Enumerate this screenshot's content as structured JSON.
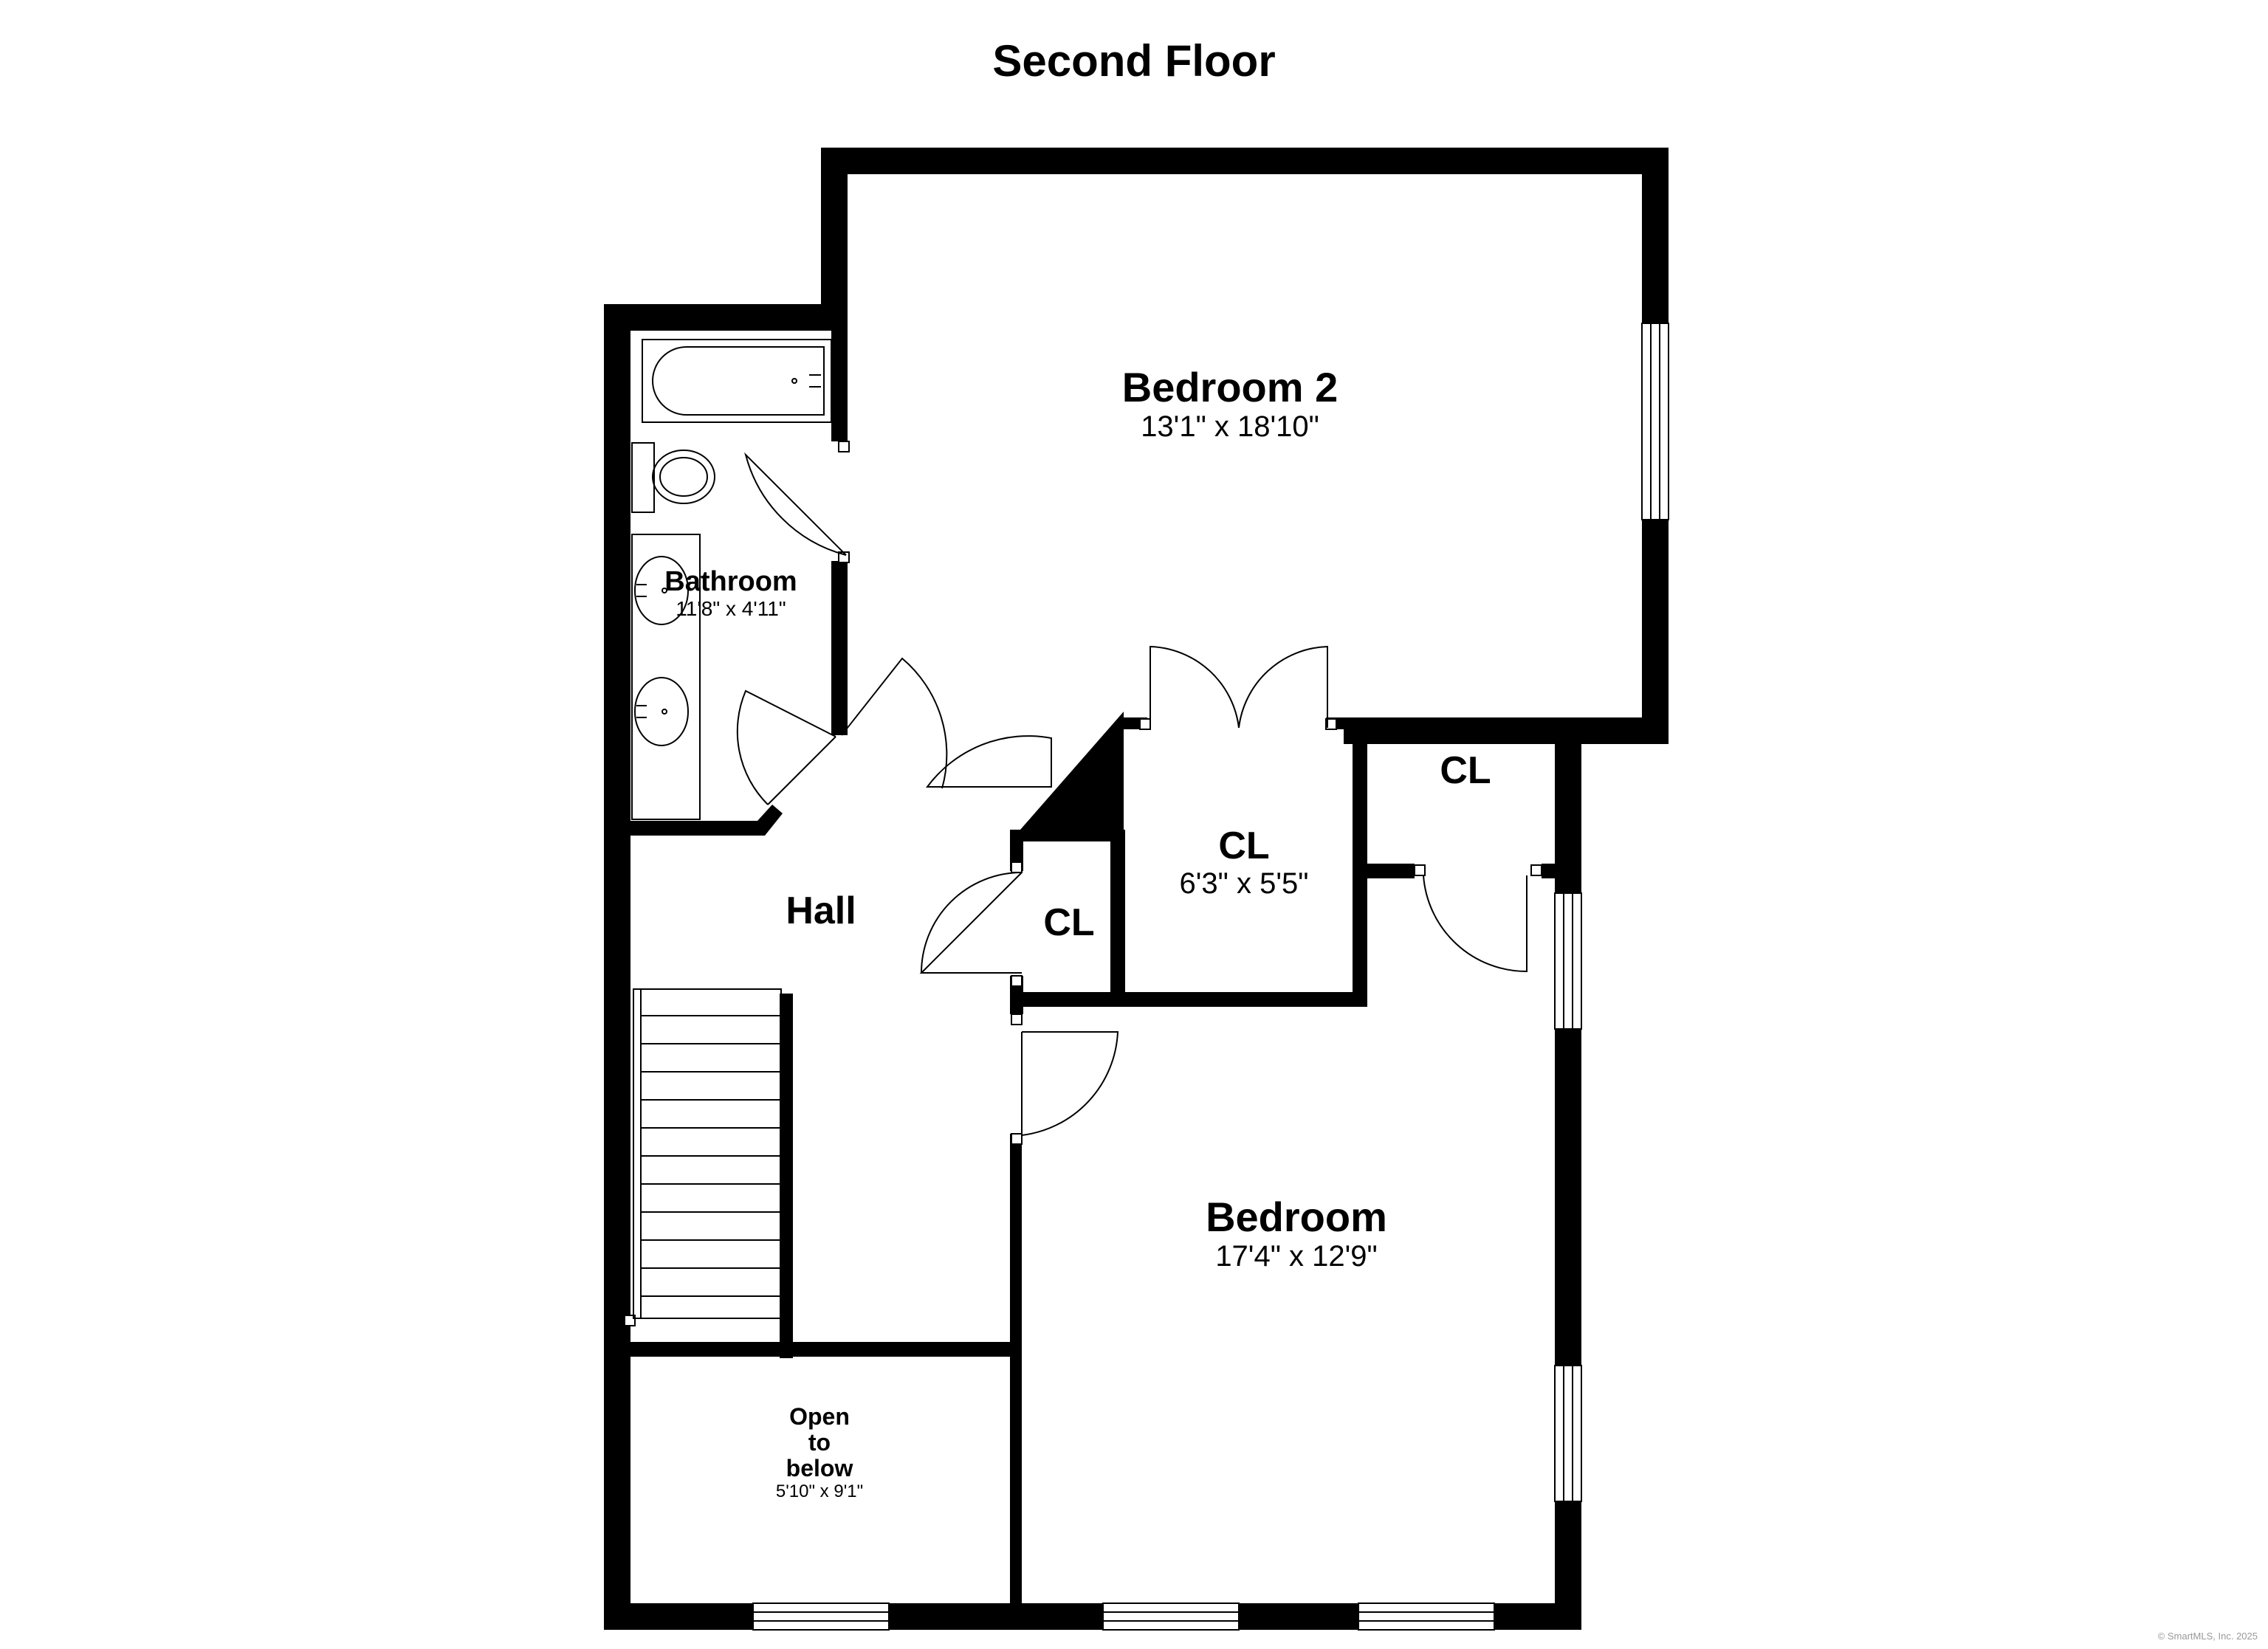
{
  "title": "Second Floor",
  "credit": "© SmartMLS, Inc. 2025",
  "colors": {
    "wall": "#000000",
    "background": "#ffffff",
    "fixture": "#000000"
  },
  "rooms": [
    {
      "id": "bedroom-2",
      "name": "Bedroom 2",
      "dims": "13'1\" x 18'10\""
    },
    {
      "id": "bathroom",
      "name": "Bathroom",
      "dims": "11'8\" x 4'11\""
    },
    {
      "id": "hall",
      "name": "Hall",
      "dims": ""
    },
    {
      "id": "closet-small",
      "name": "CL",
      "dims": ""
    },
    {
      "id": "closet-center",
      "name": "CL",
      "dims": "6'3\" x 5'5\""
    },
    {
      "id": "closet-right",
      "name": "CL",
      "dims": ""
    },
    {
      "id": "bedroom",
      "name": "Bedroom",
      "dims": "17'4\" x 12'9\""
    },
    {
      "id": "open-to-below",
      "name": "Open\nto\nbelow",
      "dims": "5'10\" x 9'1\""
    }
  ]
}
